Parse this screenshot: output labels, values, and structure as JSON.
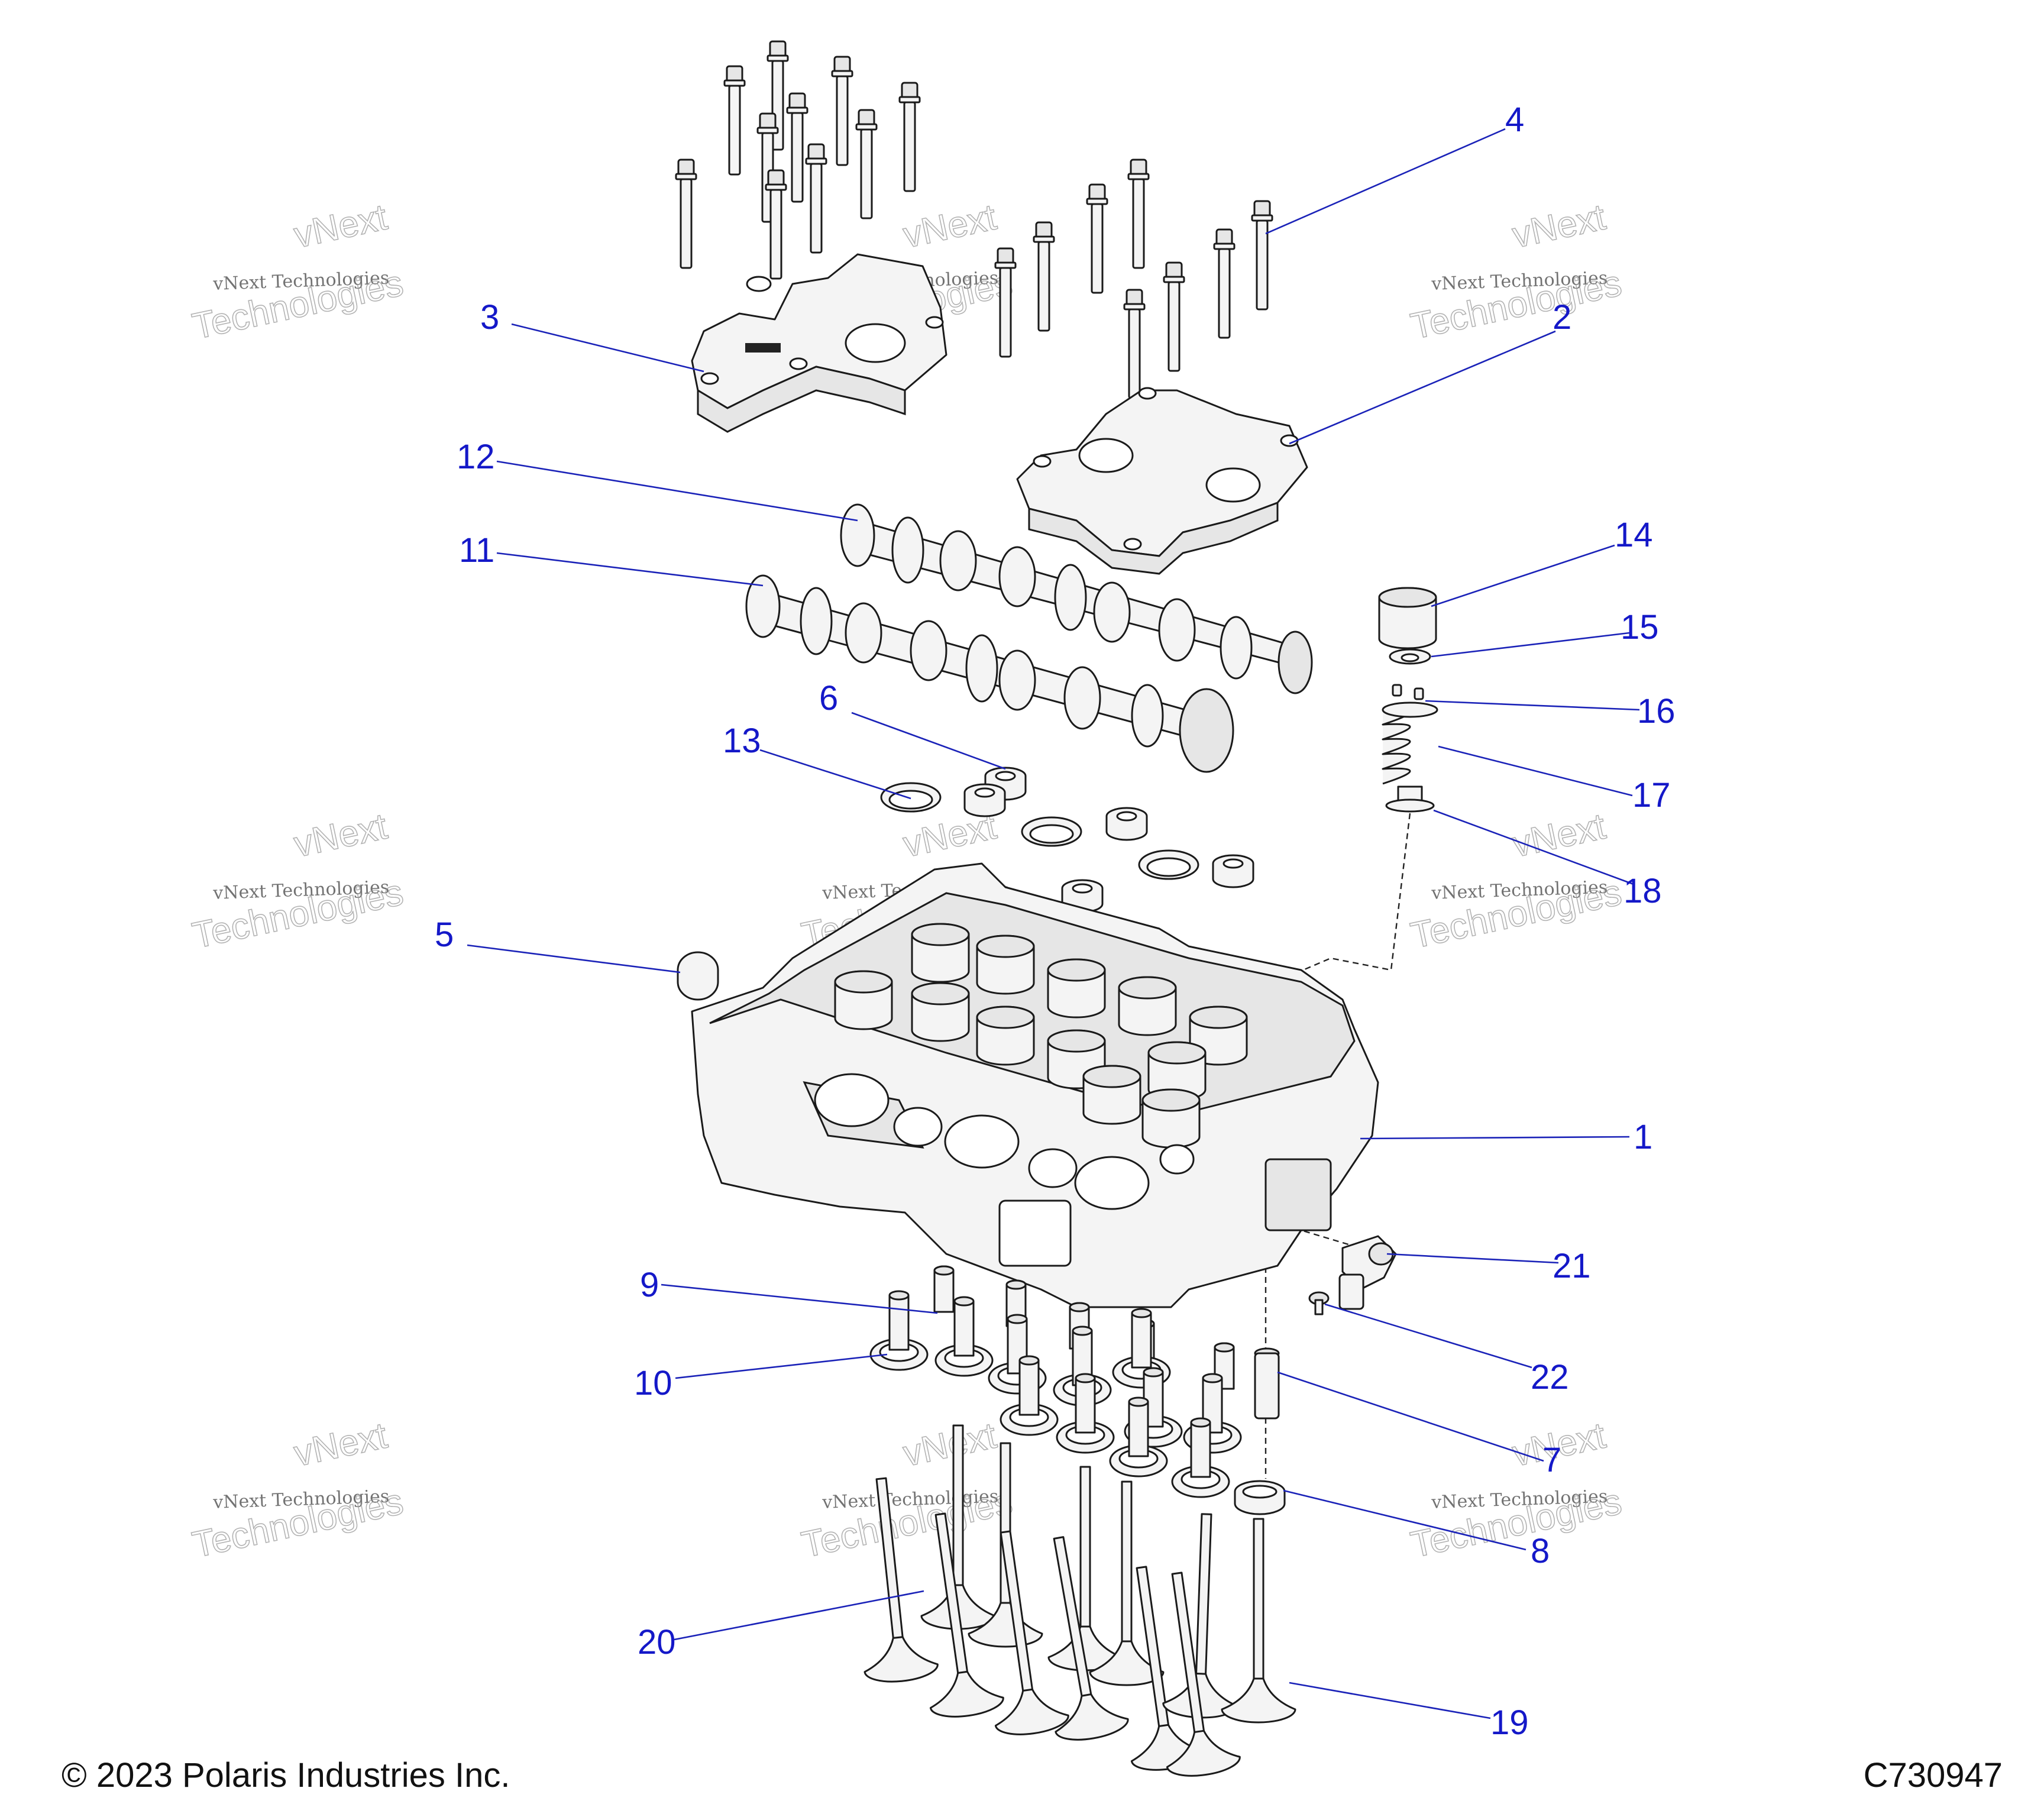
{
  "footer": {
    "copyright": "© 2023 Polaris Industries Inc.",
    "code": "C730947"
  },
  "watermark": {
    "line1": "vNext Technologies",
    "outline_top": "vNext",
    "outline_bottom": "Technologies"
  },
  "callouts": {
    "c1": "1",
    "c2": "2",
    "c3": "3",
    "c4": "4",
    "c5": "5",
    "c6": "6",
    "c7": "7",
    "c8": "8",
    "c9": "9",
    "c10": "10",
    "c11": "11",
    "c12": "12",
    "c13": "13",
    "c14": "14",
    "c15": "15",
    "c16": "16",
    "c17": "17",
    "c18": "18",
    "c19": "19",
    "c20": "20",
    "c21": "21",
    "c22": "22"
  },
  "colors": {
    "callout": "#1418c8",
    "leader": "#1a22b8",
    "outline": "#1a1a1a"
  }
}
